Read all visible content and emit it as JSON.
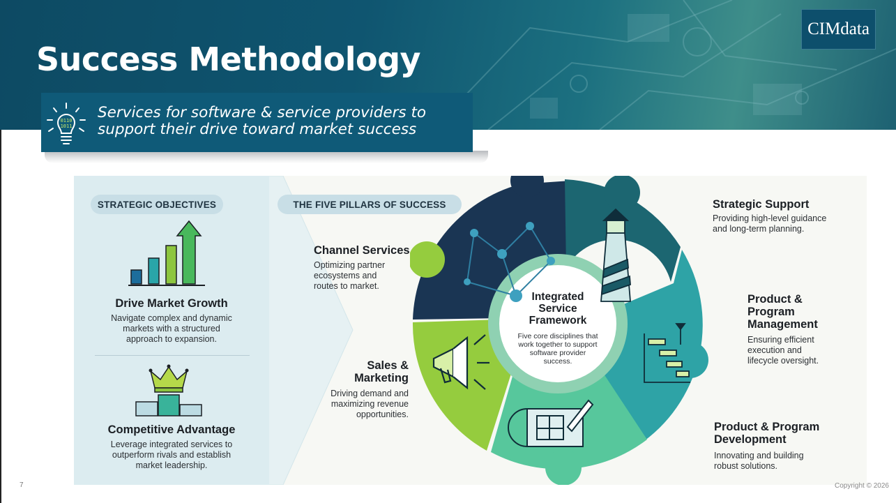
{
  "slide": {
    "title": "Success Methodology",
    "logo": "CIMdata",
    "subtitle_line1": "Services for software & service providers to",
    "subtitle_line2": "support their drive toward market success",
    "page_number": "7",
    "copyright": "Copyright © 2026"
  },
  "infographic": {
    "objectives": {
      "heading": "STRATEGIC OBJECTIVES",
      "items": [
        {
          "title": "Drive Market Growth",
          "lines": [
            "Navigate complex and dynamic",
            "markets with a structured",
            "approach to expansion."
          ]
        },
        {
          "title": "Competitive Advantage",
          "lines": [
            "Leverage integrated services to",
            "outperform rivals and establish",
            "market leadership."
          ]
        }
      ]
    },
    "pillars_heading": "THE FIVE PILLARS OF SUCCESS",
    "center": {
      "title_lines": [
        "Integrated",
        "Service",
        "Framework"
      ],
      "desc_lines": [
        "Five core disciplines that",
        "work together to support",
        "software provider",
        "success."
      ]
    },
    "pillars": [
      {
        "name": "channel-services",
        "title_lines": [
          "Channel Services"
        ],
        "desc_lines": [
          "Optimizing partner",
          "ecosystems and",
          "routes to market."
        ],
        "icon": "network-icon"
      },
      {
        "name": "strategic-support",
        "title_lines": [
          "Strategic Support"
        ],
        "desc_lines": [
          "Providing high-level guidance",
          "and long-term planning."
        ],
        "icon": "lighthouse-icon"
      },
      {
        "name": "product-program-management",
        "title_lines": [
          "Product &",
          "Program",
          "Management"
        ],
        "desc_lines": [
          "Ensuring efficient",
          "execution and",
          "lifecycle oversight."
        ],
        "icon": "gantt-chart-icon"
      },
      {
        "name": "product-program-development",
        "title_lines": [
          "Product & Program",
          "Development"
        ],
        "desc_lines": [
          "Innovating and building",
          "robust solutions."
        ],
        "icon": "blueprint-icon"
      },
      {
        "name": "sales-marketing",
        "title_lines": [
          "Sales &",
          "Marketing"
        ],
        "desc_lines": [
          "Driving demand and",
          "maximizing revenue",
          "opportunities."
        ],
        "icon": "megaphone-icon"
      }
    ],
    "colors": {
      "navy": "#1a3553",
      "teal_dark": "#1c6671",
      "teal": "#2ea3a6",
      "mint": "#57c79c",
      "lime": "#95cc3e"
    }
  }
}
